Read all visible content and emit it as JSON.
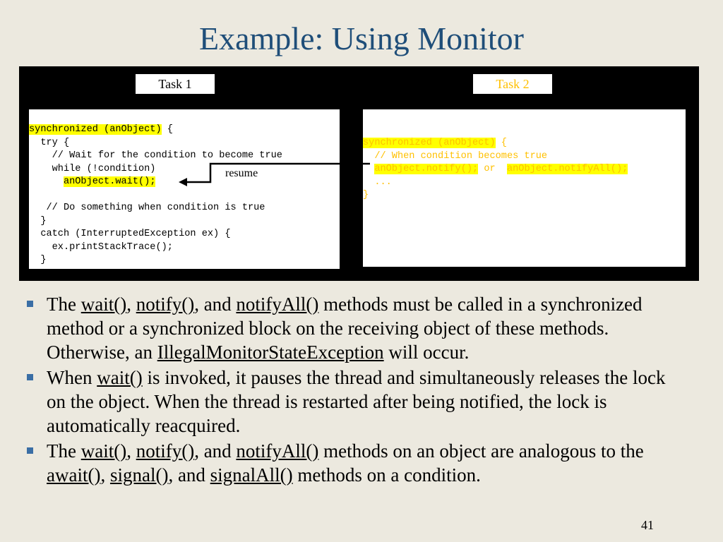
{
  "slide": {
    "title": "Example: Using Monitor",
    "page_number": "41"
  },
  "task1": {
    "label": "Task 1",
    "code": {
      "line1_hl": "synchronized (anObject)",
      "line1_rest": " {",
      "line2": "  try {",
      "line3": "    // Wait for the condition to become true",
      "line4": "    while (!condition)",
      "line5_indent": "      ",
      "line5_hl": "anObject.wait();",
      "line6": "",
      "line7": "   // Do something when condition is true",
      "line8": "  }",
      "line9": "  catch (InterruptedException ex) {",
      "line10": "    ex.printStackTrace();",
      "line11": "  }"
    }
  },
  "task2": {
    "label": "Task 2",
    "label_color": "#ffc000",
    "code": {
      "line1_hl": "synchronized (anObject)",
      "line1_rest": " {",
      "line2": "  // When condition becomes true",
      "line3_indent": "  ",
      "line3_hl1": "anObject.notify();",
      "line3_mid": " or  ",
      "line3_hl2": "anObject.notifyAll();",
      "line4": "  ...",
      "line5": "}"
    }
  },
  "arrow": {
    "label": "resume"
  },
  "bullets": [
    {
      "t1": "The ",
      "u1": "wait()",
      "t2": ", ",
      "u2": "notify()",
      "t3": ", and ",
      "u3": "notifyAll()",
      "t4": " methods must be called in a synchronized method or a synchronized block on the receiving object of these methods. Otherwise, an ",
      "u4": "IllegalMonitorStateException",
      "t5": " will occur."
    },
    {
      "t1": "When ",
      "u1": "wait()",
      "t2": " is invoked, it pauses the thread and simultaneously releases the lock on the object. When the thread is restarted after being notified, the lock is automatically reacquired."
    },
    {
      "t1": "The ",
      "u1": "wait()",
      "t2": ", ",
      "u2": "notify()",
      "t3": ", and ",
      "u3": "notifyAll()",
      "t4": " methods on an object are analogous to the ",
      "u4": "await()",
      "t5": ", ",
      "u5": "signal()",
      "t6": ", and ",
      "u6": "signalAll()",
      "t7": " methods on a condition."
    }
  ],
  "colors": {
    "title": "#1f4e79",
    "highlight": "#ffff00",
    "task2_code": "#ffc000",
    "bullet": "#3a6ea5",
    "background": "#ece9df"
  }
}
